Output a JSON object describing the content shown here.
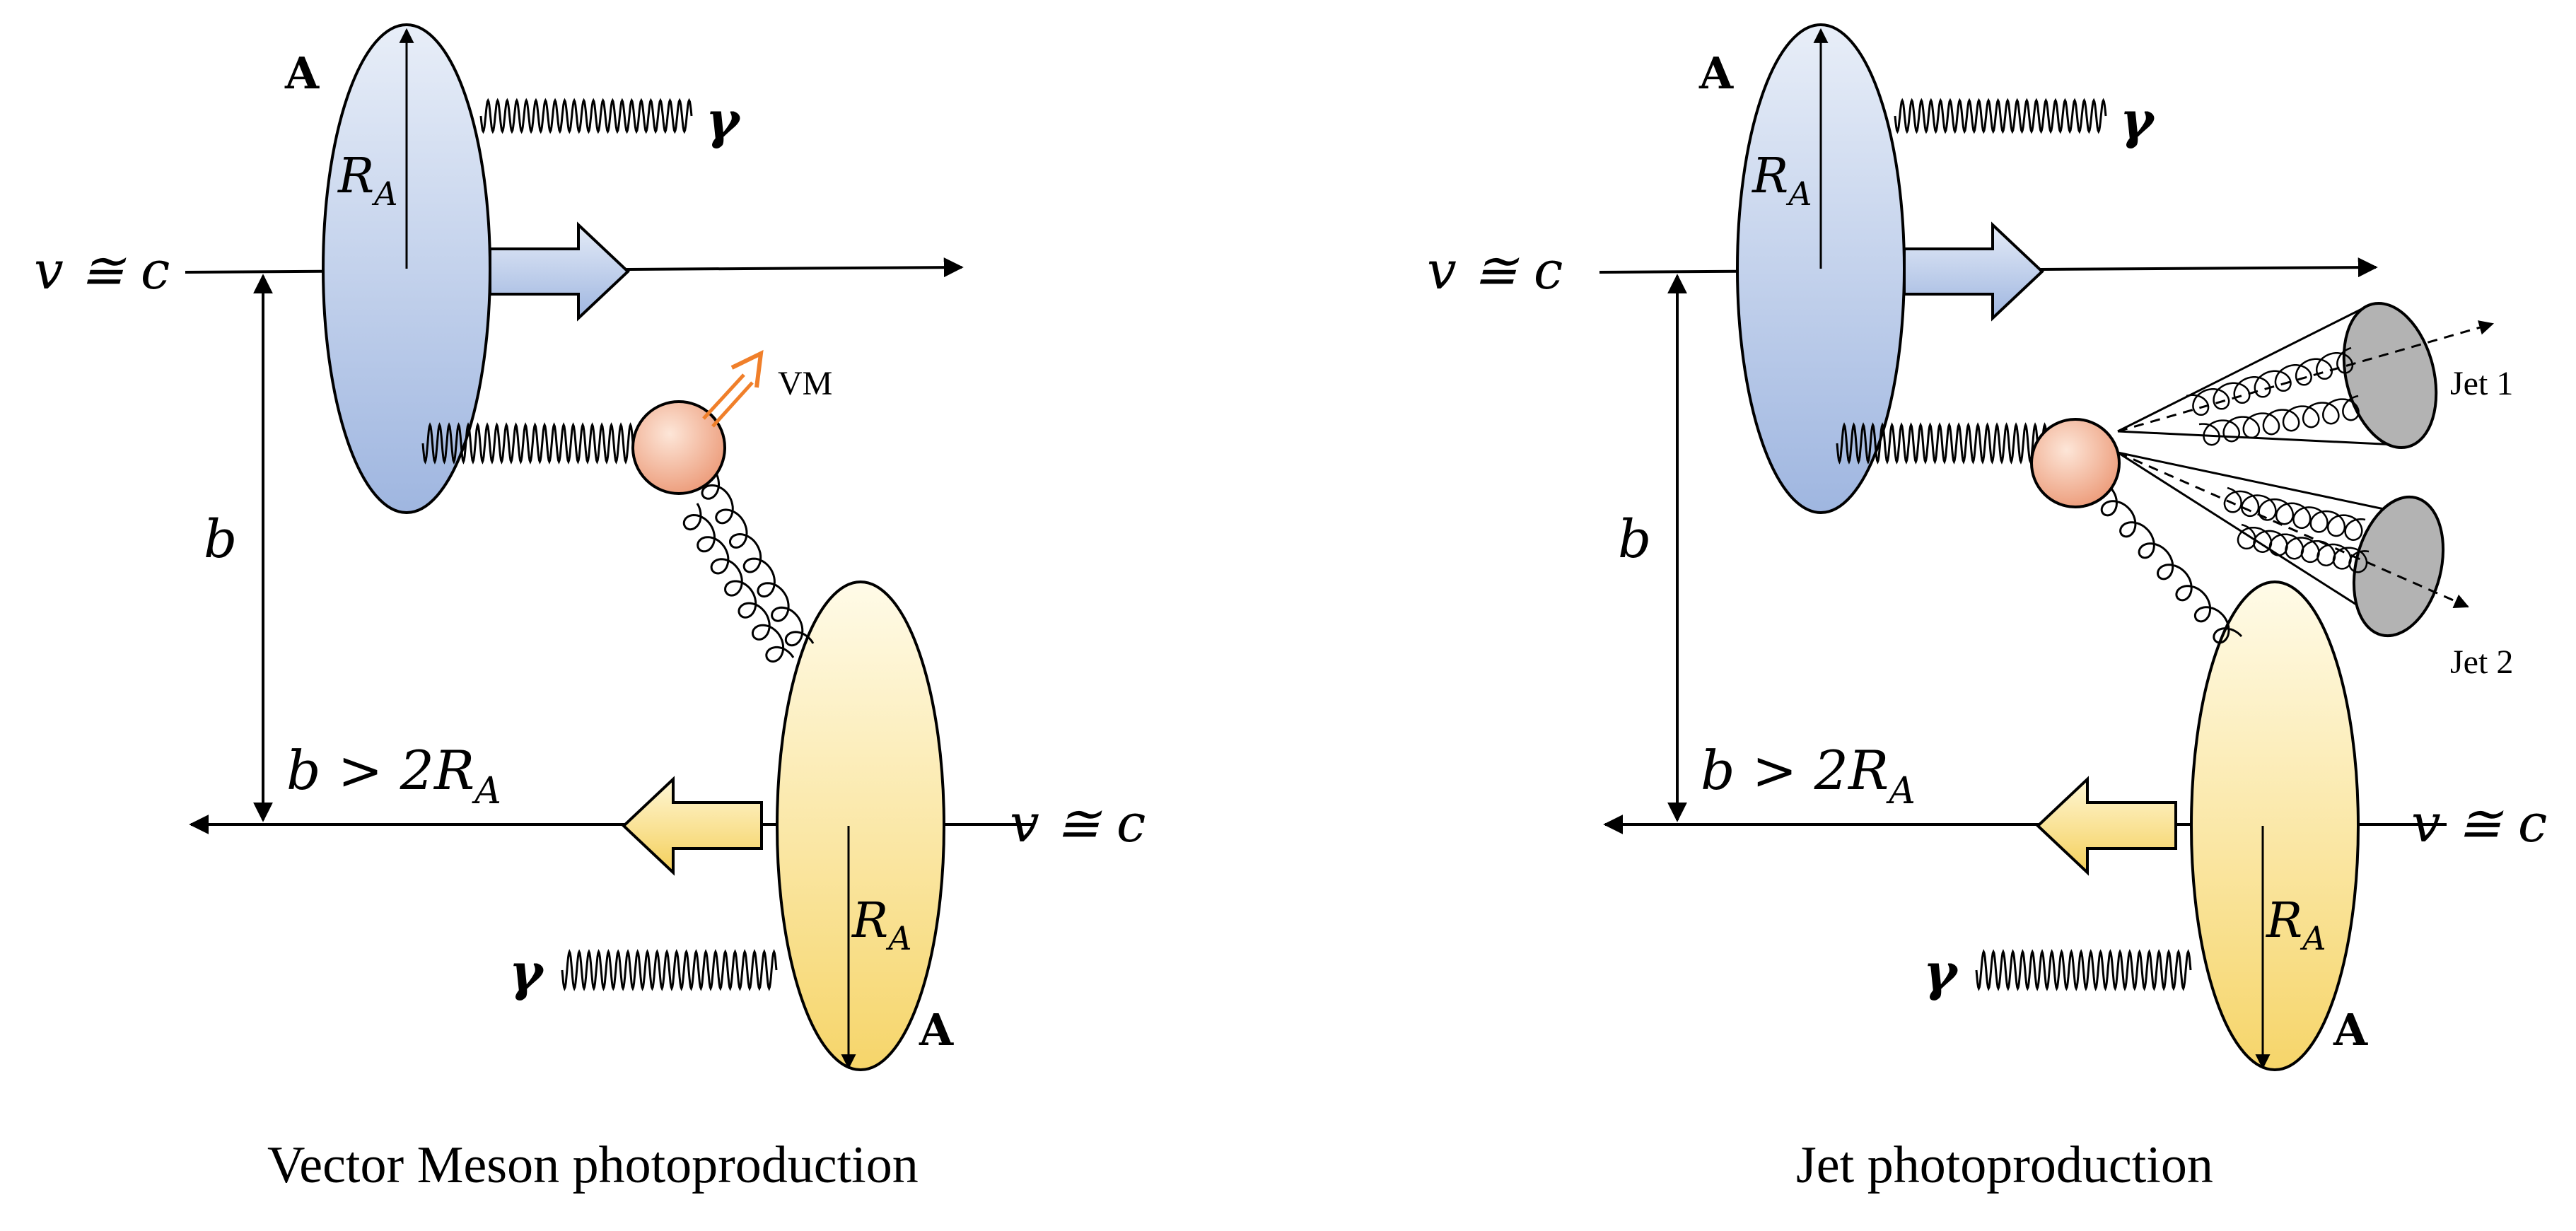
{
  "panels": [
    {
      "caption": "Vector Meson photoproduction",
      "nucleus_top": {
        "label": "A",
        "radius_label": "R",
        "radius_sub": "A",
        "photon": "γ"
      },
      "nucleus_bottom": {
        "label": "A",
        "radius_label": "R",
        "radius_sub": "A",
        "photon": "γ"
      },
      "velocity_label": "v ≅ c",
      "impact_param": "b",
      "condition": "b > 2R",
      "condition_sub": "A",
      "product_label": "VM"
    },
    {
      "caption": "Jet photoproduction",
      "nucleus_top": {
        "label": "A",
        "radius_label": "R",
        "radius_sub": "A",
        "photon": "γ"
      },
      "nucleus_bottom": {
        "label": "A",
        "radius_label": "R",
        "radius_sub": "A",
        "photon": "γ"
      },
      "velocity_label": "v ≅ c",
      "impact_param": "b",
      "condition": "b > 2R",
      "condition_sub": "A",
      "jet1_label": "Jet 1",
      "jet2_label": "Jet 2"
    }
  ],
  "colors": {
    "blue_top": "#e8eef8",
    "blue_bottom": "#9fb6e0",
    "yellow_top": "#fffbe8",
    "yellow_bottom": "#f6d56a",
    "vertex_light": "#fbdccb",
    "vertex_dark": "#ec9a78",
    "vm_arrow": "#f07f2a",
    "cone_fill": "#b3b3b3"
  }
}
